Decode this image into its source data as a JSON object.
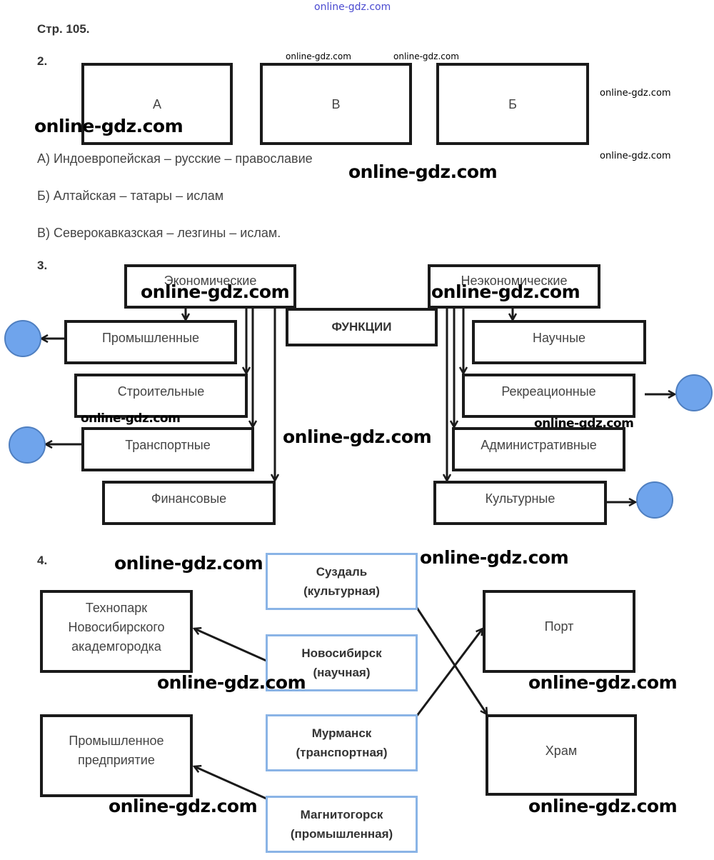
{
  "page_label": "Стр. 105.",
  "watermark": "online-gdz.com",
  "colors": {
    "circle_fill": "#6fa4ec",
    "circle_stroke": "#4f7fc0",
    "blue_border": "#8ab4e6"
  },
  "task2": {
    "number": "2.",
    "boxes": [
      "А",
      "В",
      "Б"
    ],
    "answers": [
      "А) Индоевропейская – русские – православие",
      "Б) Алтайская – татары – ислам",
      "В) Северокавказская – лезгины – ислам."
    ]
  },
  "task3": {
    "number": "3.",
    "center": "ФУНКЦИИ",
    "economic": {
      "title": "Экономические",
      "items": [
        "Промышленные",
        "Строительные",
        "Транспортные",
        "Финансовые"
      ]
    },
    "noneconomic": {
      "title": "Неэкономические",
      "items": [
        "Научные",
        "Рекреационные",
        "Административные",
        "Культурные"
      ]
    }
  },
  "task4": {
    "number": "4.",
    "cities": [
      {
        "name": "Суздаль",
        "type": "(культурная)"
      },
      {
        "name": "Новосибирск",
        "type": "(научная)"
      },
      {
        "name": "Мурманск",
        "type": "(транспортная)"
      },
      {
        "name": "Магнитогорск",
        "type": "(промышленная)"
      }
    ],
    "left_objects": [
      [
        "Технопарк",
        "Новосибирского",
        "академгородка"
      ],
      [
        "Промышленное",
        "предприятие"
      ]
    ],
    "right_objects": [
      "Порт",
      "Храм"
    ]
  }
}
